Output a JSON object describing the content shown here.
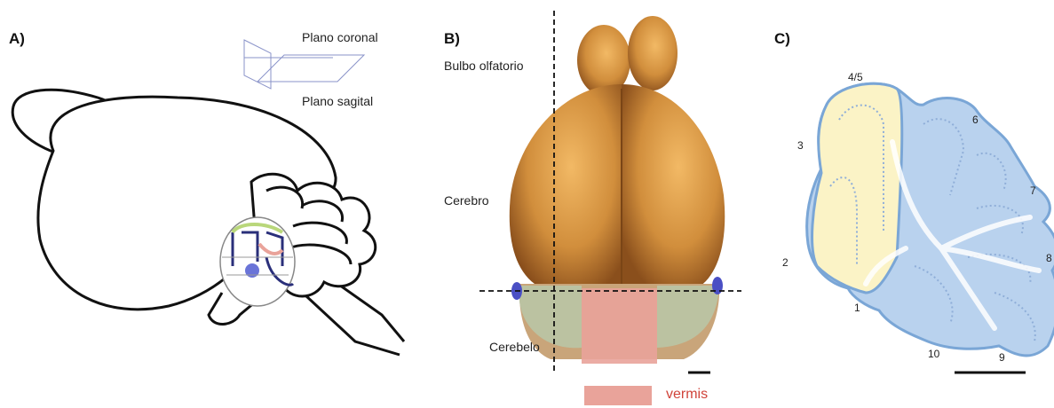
{
  "panels": {
    "a": {
      "label": "A)",
      "plane_coronal": "Plano coronal",
      "plane_sagittal": "Plano sagital"
    },
    "b": {
      "label": "B)",
      "olfactory": "Bulbo olfatorio",
      "cerebrum": "Cerebro",
      "cerebellum": "Cerebelo",
      "legend_vermis": "vermis"
    },
    "c": {
      "label": "C)",
      "lobules": [
        "4/5",
        "6",
        "3",
        "7",
        "2",
        "8",
        "1",
        "10",
        "9"
      ]
    }
  },
  "colors": {
    "outline": "#111111",
    "brain_tan": "#c9862f",
    "vermis": "#e9a39a",
    "hemisphere": "#b8c7a8",
    "lobule_blue": "#b9d2ee",
    "lobule_outline": "#7aa6d6",
    "lobule_yellow": "#fbf3c6"
  }
}
